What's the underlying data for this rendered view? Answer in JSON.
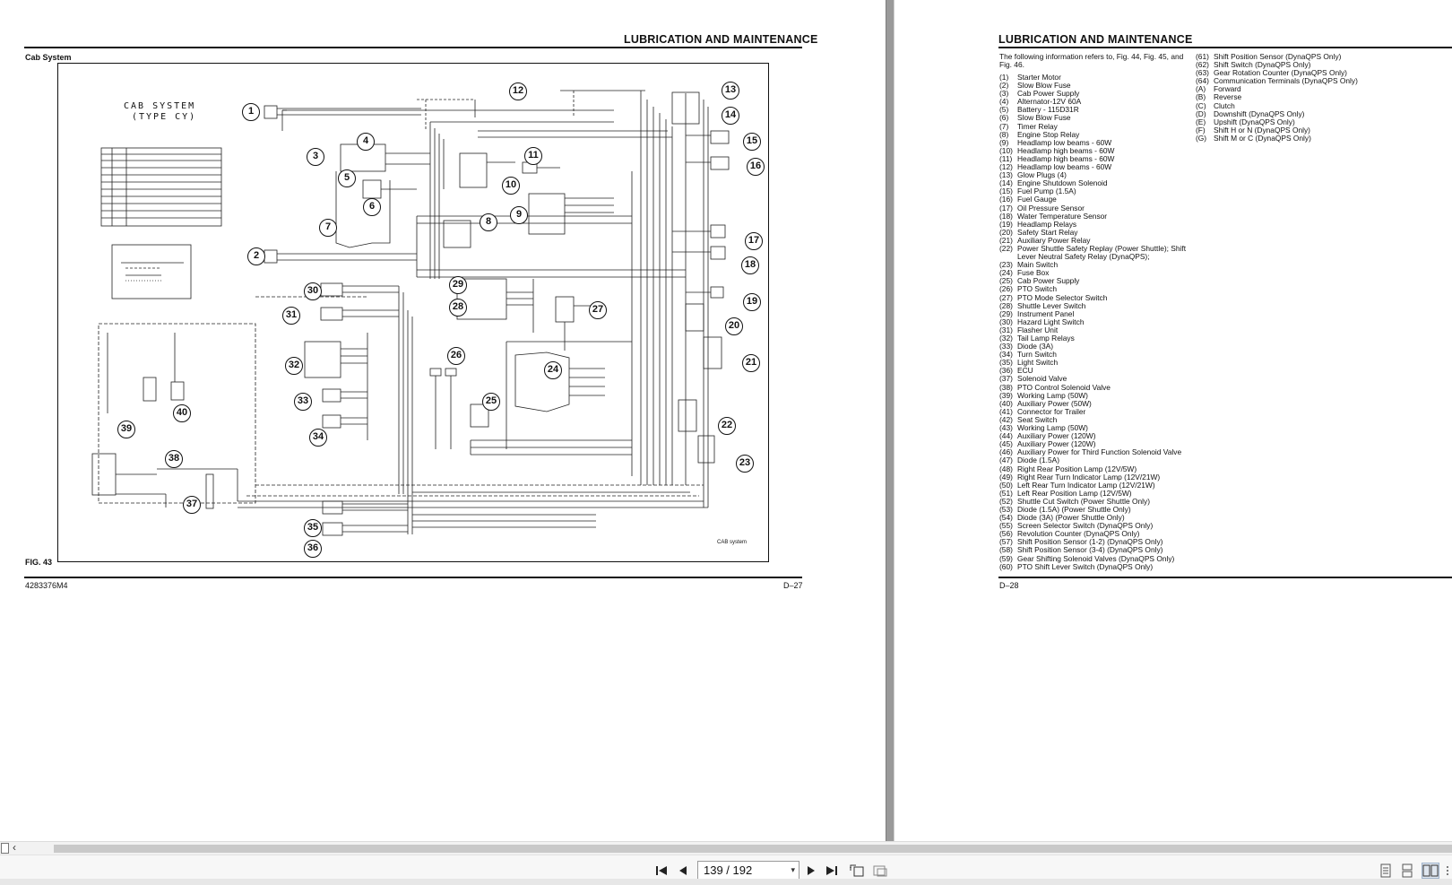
{
  "document": {
    "left_page": {
      "header": "LUBRICATION AND MAINTENANCE",
      "section": "Cab System",
      "diagram_title_line1": "CAB SYSTEM",
      "diagram_title_line2": "(TYPE CY)",
      "fig_label": "FIG. 43",
      "diagram_caption": "CAB system",
      "footer_left": "4283376M4",
      "footer_right": "D–27",
      "callouts": [
        "1",
        "2",
        "3",
        "4",
        "5",
        "6",
        "7",
        "8",
        "9",
        "10",
        "11",
        "12",
        "13",
        "14",
        "15",
        "16",
        "17",
        "18",
        "19",
        "20",
        "21",
        "22",
        "23",
        "24",
        "25",
        "26",
        "27",
        "28",
        "29",
        "30",
        "31",
        "32",
        "33",
        "34",
        "35",
        "36",
        "37",
        "38",
        "39",
        "40"
      ]
    },
    "right_page": {
      "header": "LUBRICATION AND MAINTENANCE",
      "intro": "The following information refers to, Fig. 44, Fig. 45, and Fig. 46.",
      "col1": [
        {
          "n": "(1)",
          "t": "Starter Motor"
        },
        {
          "n": "(2)",
          "t": "Slow Blow Fuse"
        },
        {
          "n": "(3)",
          "t": "Cab Power Supply"
        },
        {
          "n": "(4)",
          "t": "Alternator-12V 60A"
        },
        {
          "n": "(5)",
          "t": "Battery - 115D31R"
        },
        {
          "n": "(6)",
          "t": "Slow Blow Fuse"
        },
        {
          "n": "(7)",
          "t": "Timer Relay"
        },
        {
          "n": "(8)",
          "t": "Engine Stop Relay"
        },
        {
          "n": "(9)",
          "t": "Headlamp low beams - 60W"
        },
        {
          "n": "(10)",
          "t": "Headlamp high beams - 60W"
        },
        {
          "n": "(11)",
          "t": "Headlamp high beams - 60W"
        },
        {
          "n": "(12)",
          "t": "Headlamp low beams - 60W"
        },
        {
          "n": "(13)",
          "t": "Glow Plugs (4)"
        },
        {
          "n": "(14)",
          "t": "Engine Shutdown Solenoid"
        },
        {
          "n": "(15)",
          "t": "Fuel Pump (1.5A)"
        },
        {
          "n": "(16)",
          "t": "Fuel Gauge"
        },
        {
          "n": "(17)",
          "t": "Oil Pressure Sensor"
        },
        {
          "n": "(18)",
          "t": "Water Temperature Sensor"
        },
        {
          "n": "(19)",
          "t": "Headlamp Relays"
        },
        {
          "n": "(20)",
          "t": "Safety Start Relay"
        },
        {
          "n": "(21)",
          "t": "Auxiliary Power Relay"
        },
        {
          "n": "(22)",
          "t": "Power Shuttle Safety Replay (Power Shuttle); Shift"
        },
        {
          "n": "",
          "t": "Lever Neutral Safety Relay (DynaQPS);"
        },
        {
          "n": "(23)",
          "t": "Main Switch"
        },
        {
          "n": "(24)",
          "t": "Fuse Box"
        },
        {
          "n": "(25)",
          "t": "Cab Power Supply"
        },
        {
          "n": "(26)",
          "t": "PTO Switch"
        },
        {
          "n": "(27)",
          "t": "PTO Mode Selector Switch"
        },
        {
          "n": "(28)",
          "t": "Shuttle Lever Switch"
        },
        {
          "n": "(29)",
          "t": "Instrument Panel"
        },
        {
          "n": "(30)",
          "t": "Hazard Light Switch"
        },
        {
          "n": "(31)",
          "t": "Flasher Unit"
        },
        {
          "n": "(32)",
          "t": "Tail Lamp Relays"
        },
        {
          "n": "(33)",
          "t": "Diode (3A)"
        },
        {
          "n": "(34)",
          "t": "Turn Switch"
        },
        {
          "n": "(35)",
          "t": "Light Switch"
        },
        {
          "n": "(36)",
          "t": "ECU"
        },
        {
          "n": "(37)",
          "t": "Solenoid Valve"
        },
        {
          "n": "(38)",
          "t": "PTO Control Solenoid Valve"
        },
        {
          "n": "(39)",
          "t": "Working Lamp (50W)"
        },
        {
          "n": "(40)",
          "t": "Auxiliary Power (50W)"
        },
        {
          "n": "(41)",
          "t": "Connector for Trailer"
        },
        {
          "n": "(42)",
          "t": "Seat Switch"
        },
        {
          "n": "(43)",
          "t": "Working Lamp (50W)"
        },
        {
          "n": "(44)",
          "t": "Auxiliary Power (120W)"
        },
        {
          "n": "(45)",
          "t": "Auxiliary Power (120W)"
        },
        {
          "n": "(46)",
          "t": "Auxiliary Power for Third Function Solenoid Valve"
        },
        {
          "n": "(47)",
          "t": "Diode (1.5A)"
        },
        {
          "n": "(48)",
          "t": "Right Rear Position Lamp (12V/5W)"
        },
        {
          "n": "(49)",
          "t": "Right Rear Turn Indicator Lamp (12V/21W)"
        },
        {
          "n": "(50)",
          "t": "Left Rear Turn Indicator Lamp (12V/21W)"
        },
        {
          "n": "(51)",
          "t": "Left Rear Position Lamp (12V/5W)"
        },
        {
          "n": "(52)",
          "t": "Shuttle Cut Switch (Power Shuttle Only)"
        },
        {
          "n": "(53)",
          "t": "Diode (1.5A) (Power Shuttle Only)"
        },
        {
          "n": "(54)",
          "t": "Diode (3A) (Power Shuttle Only)"
        },
        {
          "n": "(55)",
          "t": "Screen Selector Switch (DynaQPS Only)"
        },
        {
          "n": "(56)",
          "t": "Revolution Counter (DynaQPS Only)"
        },
        {
          "n": "(57)",
          "t": "Shift Position Sensor (1-2) (DynaQPS Only)"
        },
        {
          "n": "(58)",
          "t": "Shift Position Sensor (3-4) (DynaQPS Only)"
        },
        {
          "n": "(59)",
          "t": "Gear Shifting Solenoid Valves (DynaQPS Only)"
        },
        {
          "n": "(60)",
          "t": "PTO Shift Lever Switch (DynaQPS Only)"
        }
      ],
      "col2": [
        {
          "n": "(61)",
          "t": "Shift Position Sensor (DynaQPS Only)"
        },
        {
          "n": "(62)",
          "t": "Shift Switch (DynaQPS Only)"
        },
        {
          "n": "(63)",
          "t": "Gear Rotation Counter (DynaQPS Only)"
        },
        {
          "n": "(64)",
          "t": "Communication Terminals (DynaQPS Only)"
        },
        {
          "n": "(A)",
          "t": "Forward"
        },
        {
          "n": "(B)",
          "t": "Reverse"
        },
        {
          "n": "(C)",
          "t": "Clutch"
        },
        {
          "n": "(D)",
          "t": "Downshift (DynaQPS Only)"
        },
        {
          "n": "(E)",
          "t": "Upshift (DynaQPS Only)"
        },
        {
          "n": "(F)",
          "t": "Shift H or N (DynaQPS Only)"
        },
        {
          "n": "(G)",
          "t": "Shift M or C (DynaQPS Only)"
        }
      ],
      "footer_left": "D–28"
    }
  },
  "toolbar": {
    "page_indicator": "139 / 192",
    "icons": [
      "first-page-icon",
      "prev-page-icon",
      "next-page-icon",
      "last-page-icon",
      "rotate-icon",
      "fit-icon",
      "single-page-view-icon",
      "continuous-view-icon",
      "two-page-view-icon"
    ]
  }
}
